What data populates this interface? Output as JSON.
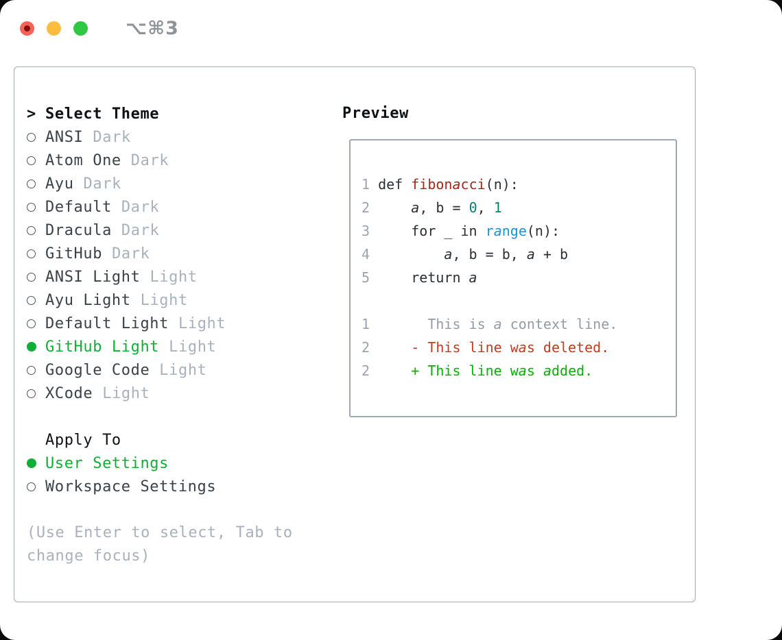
{
  "titlebar": {
    "shortcut": "⌥⌘3"
  },
  "left": {
    "header_prefix": ">",
    "header": "Select Theme",
    "themes": [
      {
        "name": "ANSI",
        "variant": "Dark",
        "selected": false
      },
      {
        "name": "Atom One",
        "variant": "Dark",
        "selected": false
      },
      {
        "name": "Ayu",
        "variant": "Dark",
        "selected": false
      },
      {
        "name": "Default",
        "variant": "Dark",
        "selected": false
      },
      {
        "name": "Dracula",
        "variant": "Dark",
        "selected": false
      },
      {
        "name": "GitHub",
        "variant": "Dark",
        "selected": false
      },
      {
        "name": "ANSI Light",
        "variant": "Light",
        "selected": false
      },
      {
        "name": "Ayu Light",
        "variant": "Light",
        "selected": false
      },
      {
        "name": "Default Light",
        "variant": "Light",
        "selected": false
      },
      {
        "name": "GitHub Light",
        "variant": "Light",
        "selected": true
      },
      {
        "name": "Google Code",
        "variant": "Light",
        "selected": false
      },
      {
        "name": "XCode",
        "variant": "Light",
        "selected": false
      }
    ],
    "apply_header": "Apply To",
    "apply_options": [
      {
        "name": "User Settings",
        "selected": true
      },
      {
        "name": "Workspace Settings",
        "selected": false
      }
    ],
    "hint": "(Use Enter to select, Tab to change focus)"
  },
  "preview": {
    "title": "Preview",
    "lines": [
      {
        "num": "1",
        "tokens": [
          {
            "t": "def ",
            "c": "fg"
          },
          {
            "t": "fibonacci",
            "c": "func"
          },
          {
            "t": "(n):",
            "c": "fg"
          }
        ]
      },
      {
        "num": "2",
        "tokens": [
          {
            "t": "    a, b = ",
            "c": "fg"
          },
          {
            "t": "0",
            "c": "number"
          },
          {
            "t": ", ",
            "c": "fg"
          },
          {
            "t": "1",
            "c": "number"
          }
        ]
      },
      {
        "num": "3",
        "tokens": [
          {
            "t": "    for _ in ",
            "c": "fg"
          },
          {
            "t": "range",
            "c": "builtin"
          },
          {
            "t": "(n):",
            "c": "fg"
          }
        ]
      },
      {
        "num": "4",
        "tokens": [
          {
            "t": "        a, b = b, a + b",
            "c": "fg"
          }
        ]
      },
      {
        "num": "5",
        "tokens": [
          {
            "t": "    return a",
            "c": "fg"
          }
        ]
      },
      {
        "num": "",
        "tokens": []
      },
      {
        "num": "1",
        "tokens": [
          {
            "t": "      This is a context line.",
            "c": "ctx"
          }
        ]
      },
      {
        "num": "2",
        "tokens": [
          {
            "t": "    - This line was deleted.",
            "c": "del"
          }
        ]
      },
      {
        "num": "2",
        "tokens": [
          {
            "t": "    + This line was added.",
            "c": "add"
          }
        ]
      }
    ]
  },
  "colors": {
    "accent_green": "#0fae35",
    "header_fg": "#0e1115",
    "item_fg": "#3a4149",
    "muted": "#a9b1bc",
    "code_fg": "#2a2f36",
    "line_number": "#9aa4b0",
    "function_red": "#a5261a",
    "number_teal": "#0e7d73",
    "builtin_blue": "#1895d2",
    "context_gray": "#939ba4",
    "deleted_red": "#c13a22",
    "added_green": "#04b005",
    "panel_border": "#a2aab4",
    "preview_border": "#9fa7b1",
    "traffic_close": "#f2635a",
    "traffic_close_dot": "#870e02",
    "traffic_minimize": "#fcbc40",
    "traffic_zoom": "#2ec845",
    "shortcut_gray": "#8f9499"
  }
}
